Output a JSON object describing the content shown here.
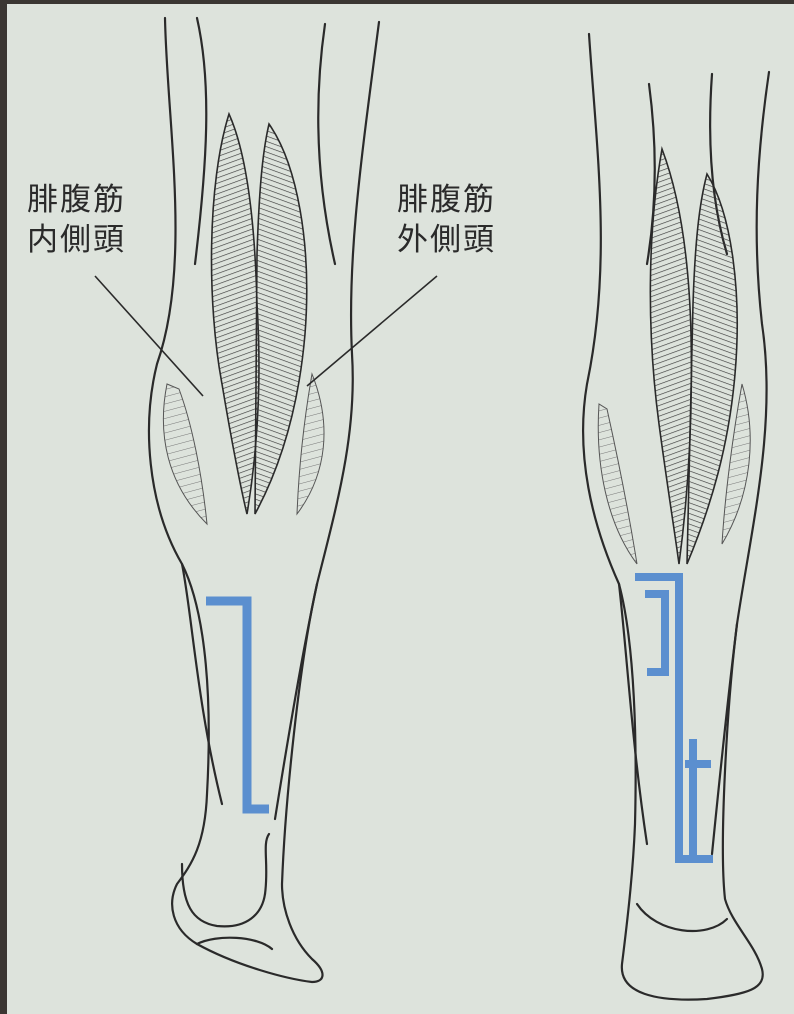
{
  "labels": {
    "medial_head": {
      "line1": "腓腹筋",
      "line2": "内側頭"
    },
    "lateral_head": {
      "line1": "腓腹筋",
      "line2": "外側頭"
    }
  },
  "colors": {
    "paper": "#dde3dc",
    "ink": "#2a2a2a",
    "tape": "#5b8fcf",
    "frame": "#3a3632"
  }
}
